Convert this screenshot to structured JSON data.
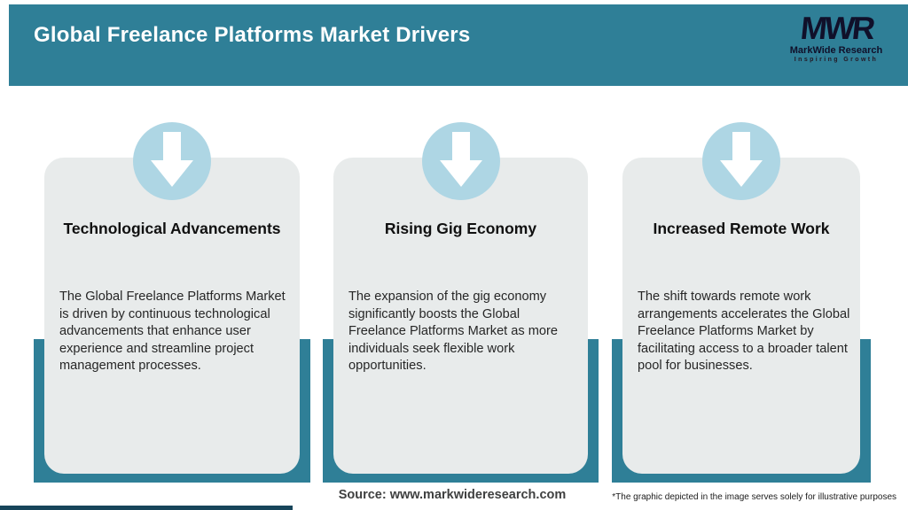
{
  "header": {
    "title": "Global Freelance Platforms Market Drivers",
    "bg_color": "#2f7f97",
    "title_color": "#ffffff"
  },
  "logo": {
    "acronym": "MWR",
    "name": "MarkWide Research",
    "tagline": "Inspiring Growth",
    "color": "#10102a"
  },
  "cards": [
    {
      "icon": "down-arrow-icon",
      "title": "Technological Advancements",
      "body": "The Global Freelance Platforms Market is driven by continuous technological advancements that enhance user experience and streamline project management processes."
    },
    {
      "icon": "down-arrow-icon",
      "title": "Rising Gig Economy",
      "body": "The expansion of the gig economy significantly boosts the Global Freelance Platforms Market as more individuals seek flexible work opportunities."
    },
    {
      "icon": "down-arrow-icon",
      "title": "Increased Remote Work",
      "body": "The shift towards remote work arrangements accelerates the Global Freelance Platforms Market by facilitating access to a broader talent pool for businesses."
    }
  ],
  "footer": {
    "source": "Source: www.markwideresearch.com",
    "disclaimer": "*The graphic depicted in the image serves solely for illustrative purposes"
  },
  "colors": {
    "teal": "#2f7f97",
    "circle_blue": "#aed6e4",
    "card_gray": "#e8ebeb",
    "dark_bar": "#17455a"
  }
}
